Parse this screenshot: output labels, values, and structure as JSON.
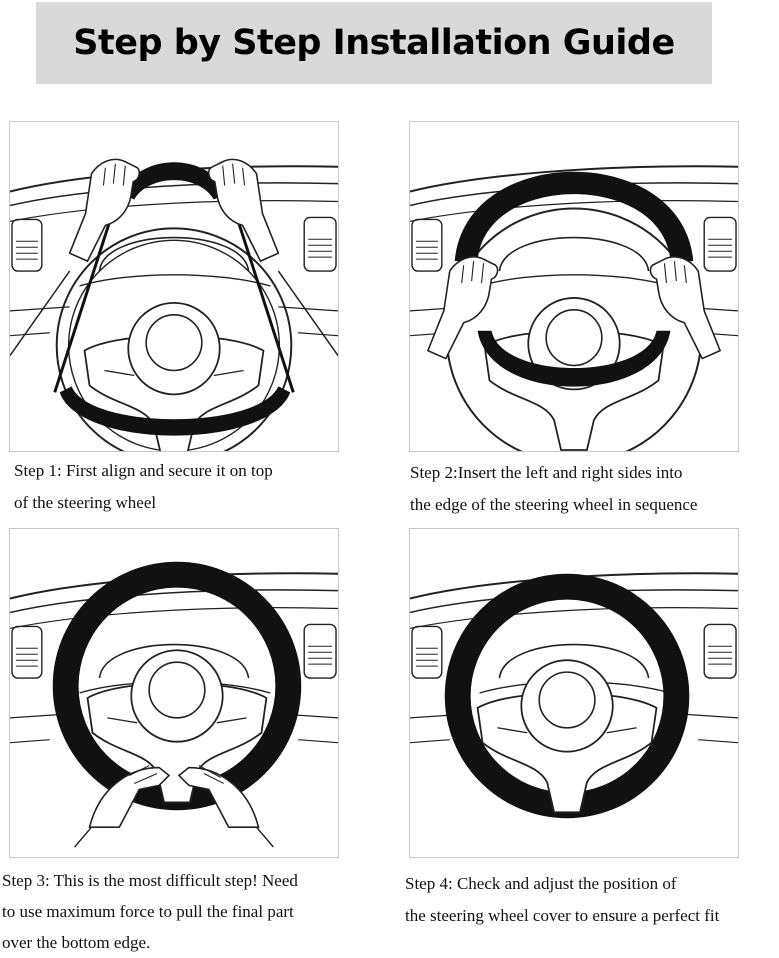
{
  "title": "Step by Step Installation Guide",
  "steps": [
    {
      "illustration_icon": "hands-align-cover-top-icon",
      "caption_lines": [
        "Step 1: First align and secure it on top",
        "of the steering wheel"
      ]
    },
    {
      "illustration_icon": "hands-insert-cover-sides-icon",
      "caption_lines": [
        "Step 2:Insert the left and right sides into",
        "the edge of the steering wheel in sequence"
      ]
    },
    {
      "illustration_icon": "hands-pull-cover-bottom-icon",
      "caption_lines": [
        "Step 3: This is the most difficult step! Need",
        "to use maximum force to pull the final part",
        "over the bottom edge."
      ]
    },
    {
      "illustration_icon": "cover-fitted-wheel-icon",
      "caption_lines": [
        "Step 4: Check and adjust the position of",
        "the steering wheel cover to ensure a perfect fit"
      ]
    }
  ],
  "colors": {
    "banner_background": "#d9d9d9",
    "cover": "#111111",
    "line_art": "#222222",
    "panel_border": "#c8c8c8"
  }
}
